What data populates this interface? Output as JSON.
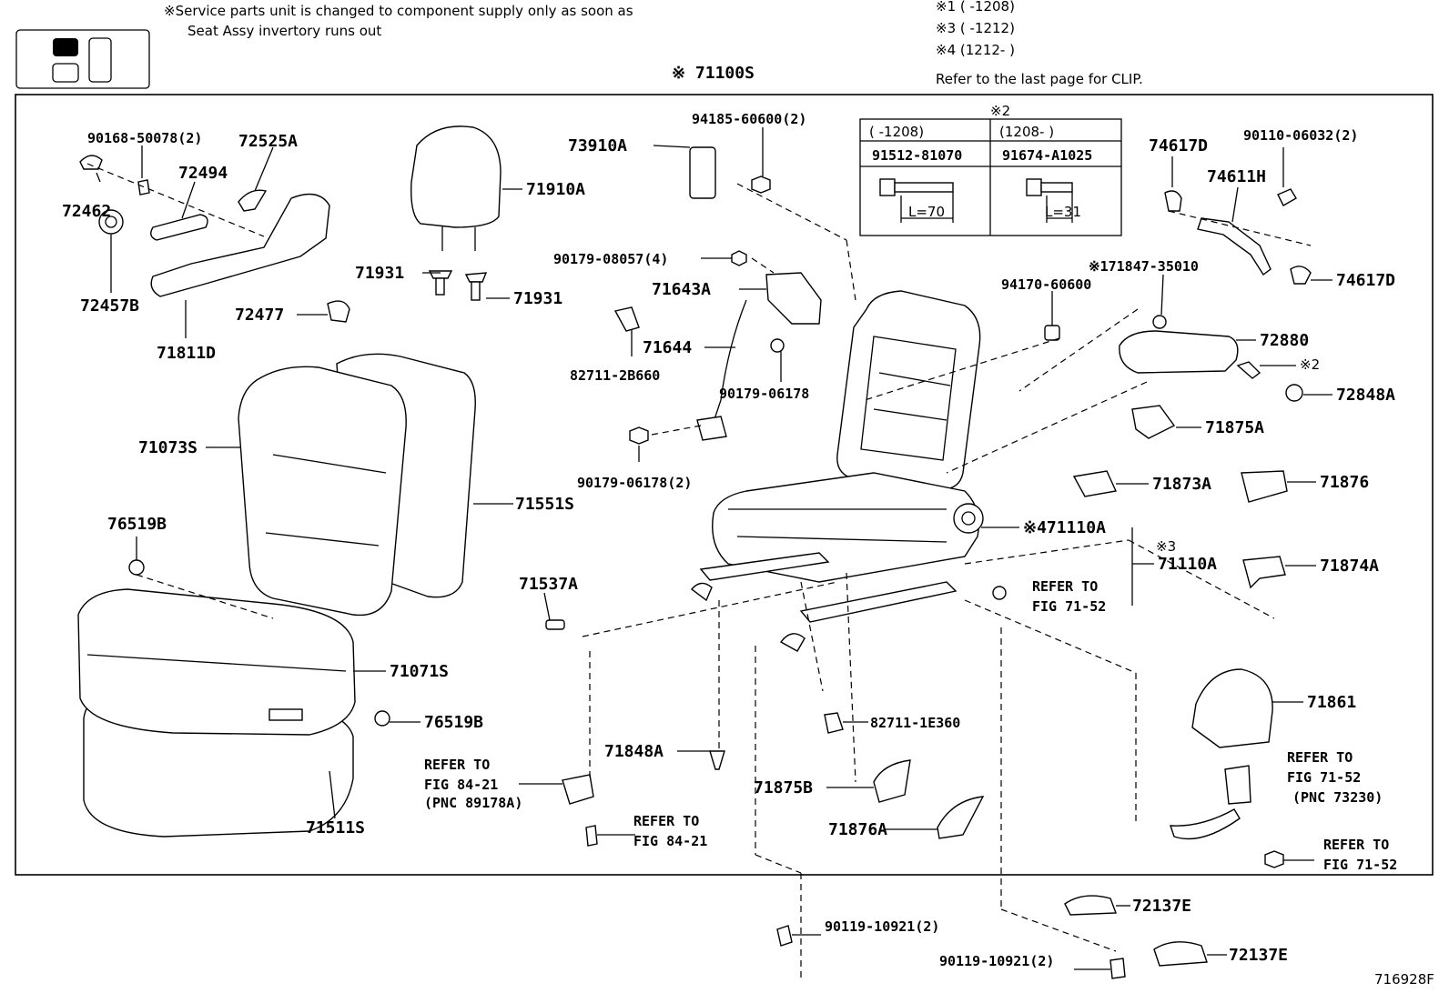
{
  "header": {
    "service_note_line1": "※Service parts unit is changed to component supply only as soon as",
    "service_note_line2": "Seat Assy invertory runs out",
    "legend_1": "※1 (      -1208)",
    "legend_3": "※3 (      -1212)",
    "legend_4": "※4 (1212-      )",
    "clip_note": "Refer to the last page for CLIP.",
    "assembly_label": "※ 71100S"
  },
  "bolt_table": {
    "title": "※2",
    "col1_header": "(      -1208)",
    "col2_header": "(1208-      )",
    "col1_part": "91512-81070",
    "col2_part": "91674-A1025",
    "col1_length": "L=70",
    "col2_length": "L=31"
  },
  "labels": {
    "p90168": "90168-50078(2)",
    "p72525A": "72525A",
    "p72494": "72494",
    "p72462": "72462",
    "p72457B": "72457B",
    "p72477": "72477",
    "p71811D": "71811D",
    "p71910A": "71910A",
    "p71931a": "71931",
    "p71931b": "71931",
    "p94185": "94185-60600(2)",
    "p73910A": "73910A",
    "p90179_08057": "90179-08057(4)",
    "p71643A": "71643A",
    "p71644": "71644",
    "p82711_2B660": "82711-2B660",
    "p90179_06178": "90179-06178",
    "p90179_06178_2": "90179-06178(2)",
    "p71073S": "71073S",
    "p71551S": "71551S",
    "p76519B_a": "76519B",
    "p71537A": "71537A",
    "p71071S": "71071S",
    "p76519B_b": "76519B",
    "p71511S": "71511S",
    "p74617D_a": "74617D",
    "p90110": "90110-06032(2)",
    "p74611H": "74611H",
    "p74617D_b": "74617D",
    "p171847": "※171847-35010",
    "p94170": "94170-60600",
    "p72880": "72880",
    "p_x2": "※2",
    "p72848A": "72848A",
    "p71875A": "71875A",
    "p71873A": "71873A",
    "p71876": "71876",
    "p71110A_4": "※471110A",
    "p_x3": "※3",
    "p71110A": "71110A",
    "p71874A": "71874A",
    "refer_7152_a1": "REFER TO",
    "refer_7152_a2": "FIG 71-52",
    "p71861": "71861",
    "refer_7152_b1": "REFER TO",
    "refer_7152_b2": "FIG 71-52",
    "refer_7152_b3": "(PNC 73230)",
    "refer_7152_c1": "REFER TO",
    "refer_7152_c2": "FIG 71-52",
    "p82711_1E360": "82711-1E360",
    "p71848A": "71848A",
    "refer_8421_a1": "REFER TO",
    "refer_8421_a2": "FIG 84-21",
    "refer_8421_a3": "(PNC 89178A)",
    "refer_8421_b1": "REFER TO",
    "refer_8421_b2": "FIG 84-21",
    "p71875B": "71875B",
    "p71876A": "71876A",
    "p72137E_a": "72137E",
    "p72137E_b": "72137E",
    "p90119_a": "90119-10921(2)",
    "p90119_b": "90119-10921(2)"
  },
  "footer": {
    "figure_id": "716928F"
  }
}
